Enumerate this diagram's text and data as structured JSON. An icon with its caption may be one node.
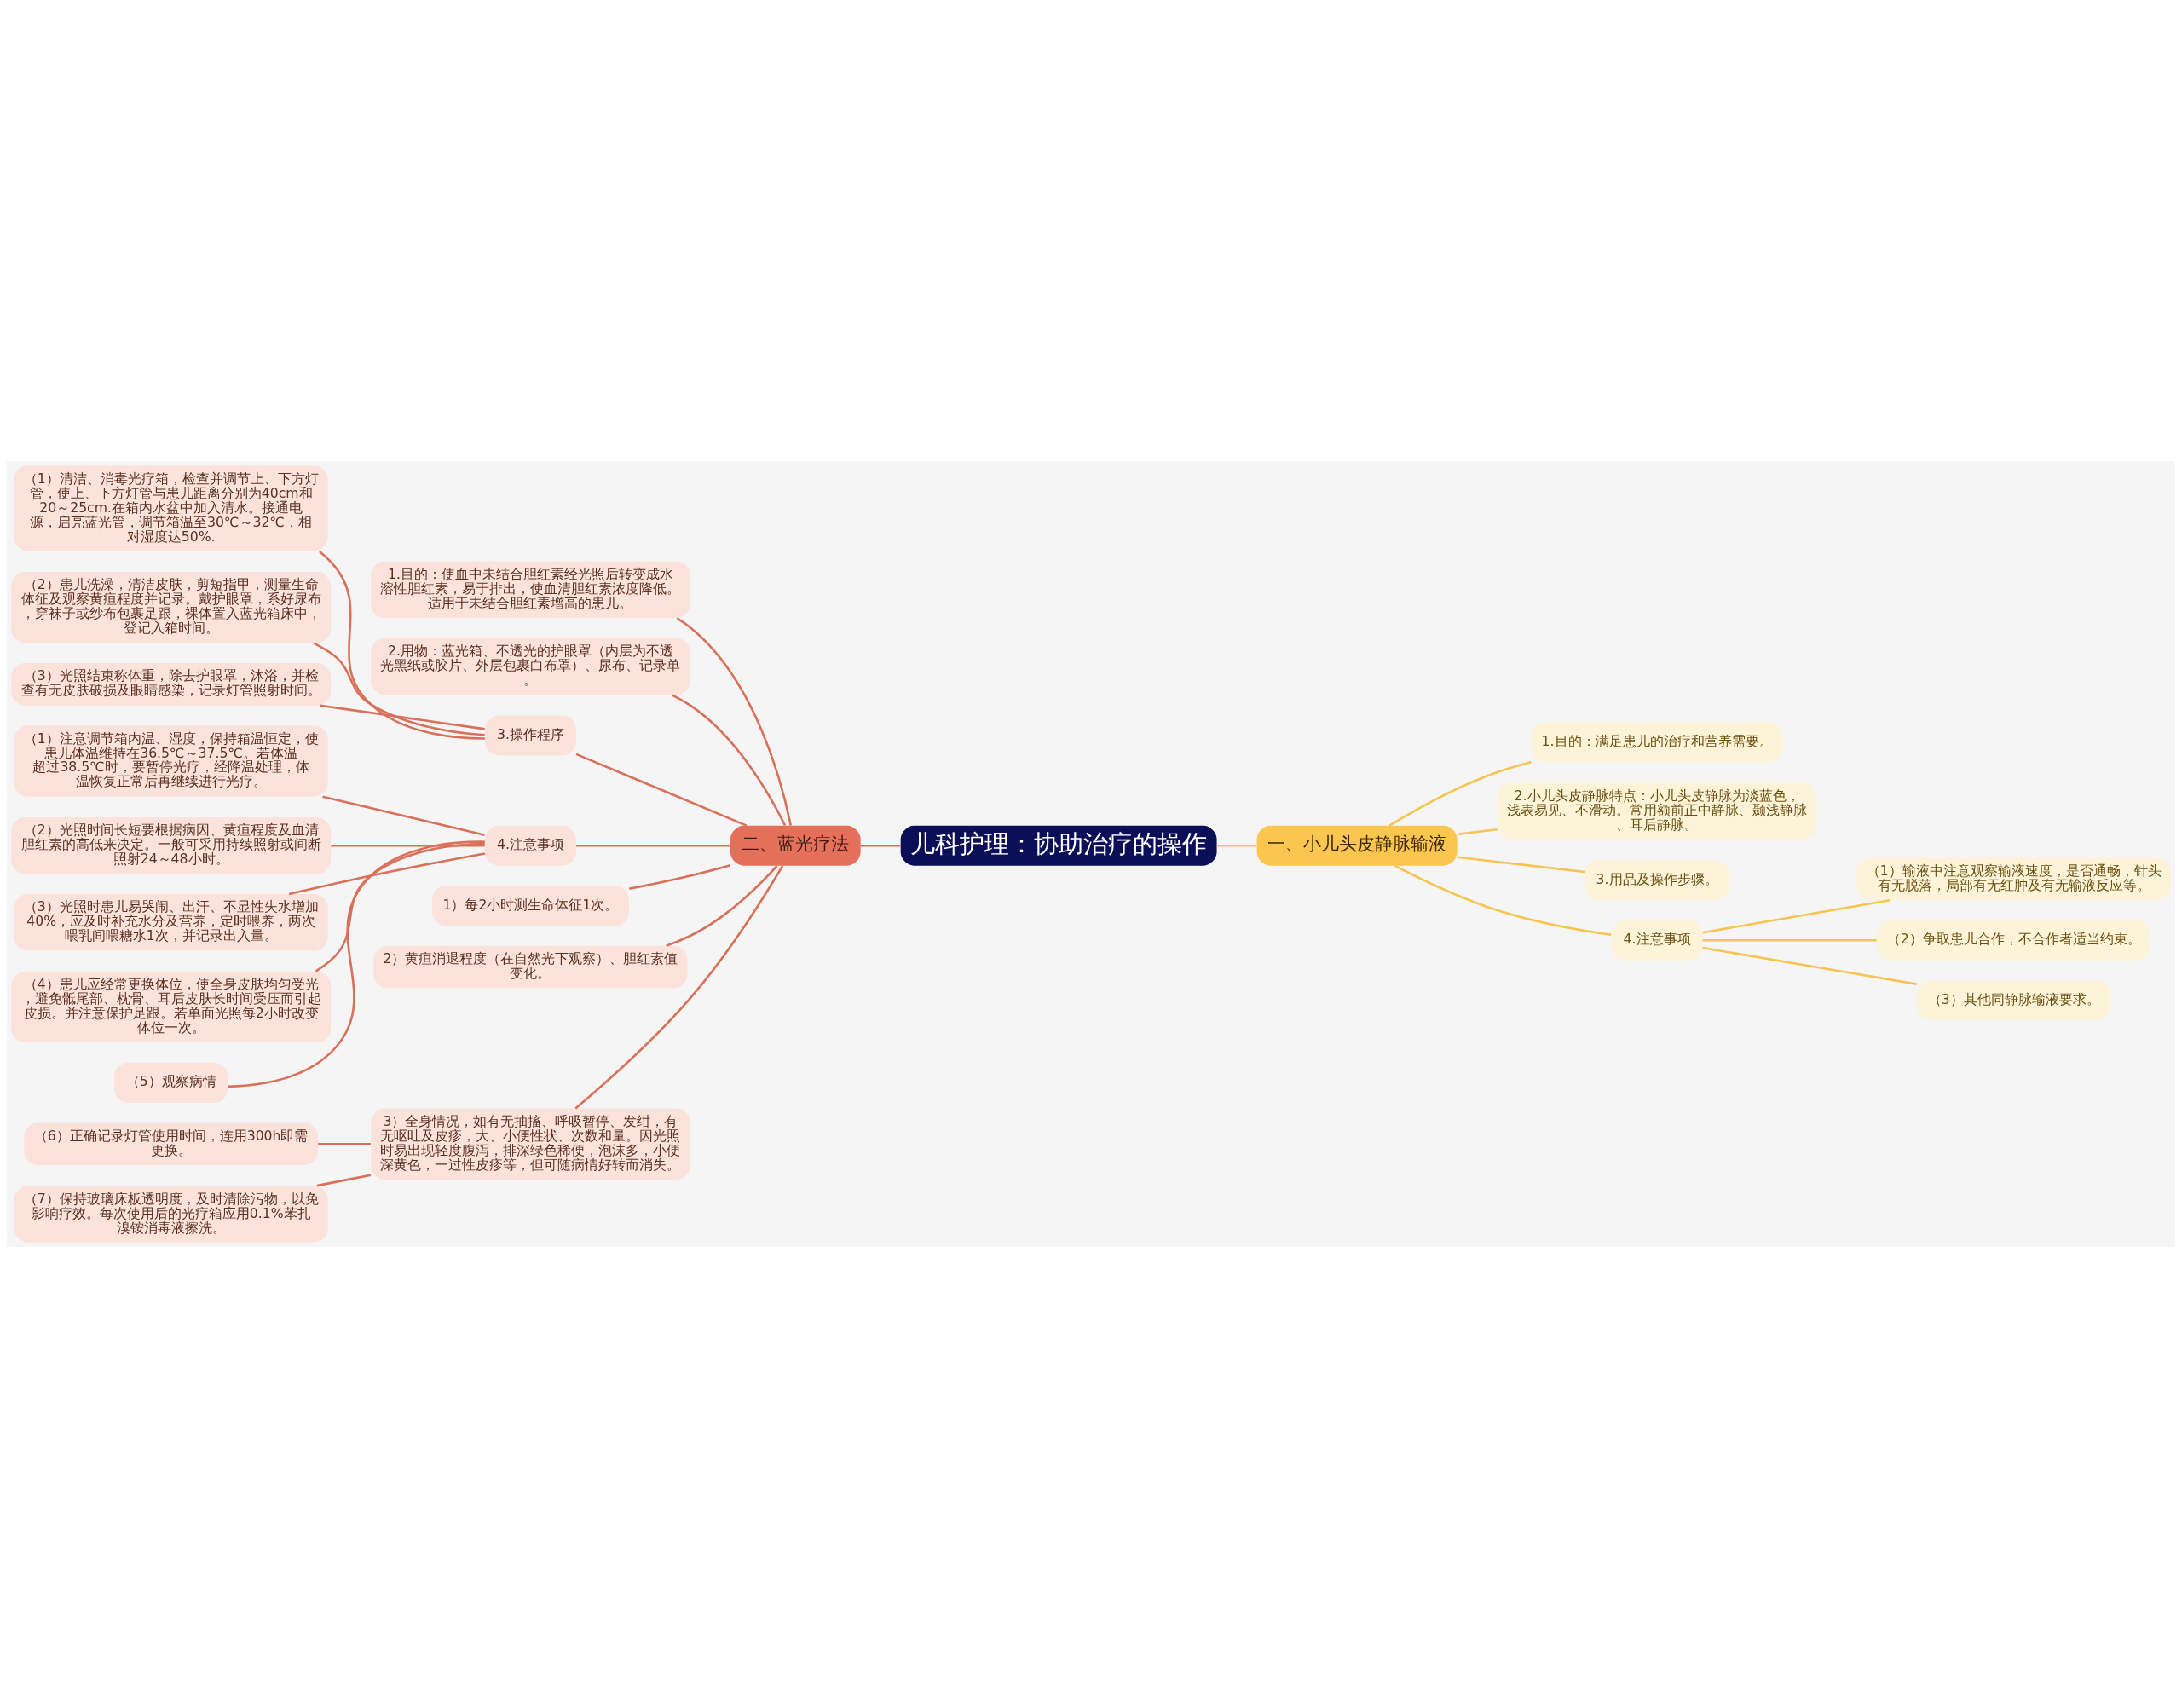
{
  "diagram": {
    "nodes": [
      {
        "text": [
          "儿科护理：协助治疗的操作"
        ]
      },
      {
        "text": [
          "二、蓝光疗法"
        ]
      },
      {
        "text": [
          "1.目的：使血中未结合胆红素经光照后转变成水溶性胆红素，易于排出，使血清胆红素浓度降低。适用于未结合胆红素增高的患儿。"
        ]
      },
      {
        "text": [
          "2.用物：蓝光箱、不透光的护眼罩（内层为不透光黑纸或胶片、外层包裹白布罩）、尿布、记录单。"
        ]
      },
      {
        "text": [
          "（1）清洁、消毒光疗箱，检查并调节上、下方灯管，使上、下方灯管与患儿距离分别为40cm和20～25cm.在箱内水盆中加入清水。接通电源，启亮蓝光管，调节箱温至30℃～32℃，相对湿度达50%."
        ]
      },
      {
        "text": [
          "（2）患儿洗澡，清洁皮肤，剪短指甲，测量生命体征及观察黄疸程度并记录。戴护眼罩，系好尿布，穿袜子或纱布包裹足跟，裸体置入蓝光箱床中，登记入箱时间。"
        ]
      },
      {
        "text": [
          "（3）光照结束称体重，除去护眼罩，沐浴，并检查有无皮肤破损及眼睛感染，记录灯管照射时间。"
        ]
      },
      {
        "text": [
          "3.操作程序"
        ]
      },
      {
        "text": [
          "（1）注意调节箱内温、湿度，保持箱温恒定，使患儿体温维持在36.5℃～37.5℃。若体温超过38.5℃时，要暂停光疗，经降温处理，体温恢复正常后再继续进行光疗。"
        ]
      },
      {
        "text": [
          "（2）光照时间长短要根据病因、黄疸程度及血清胆红素的高低来决定。一般可采用持续照射或间断照射24～48小时。"
        ]
      },
      {
        "text": [
          "（3）光照时患儿易哭闹、出汗、不显性失水增加40%，应及时补充水分及营养，定时喂养，两次喂乳间喂糖水1次，并记录出入量。"
        ]
      },
      {
        "text": [
          "（4）患儿应经常更换体位，使全身皮肤均匀受光，避免骶尾部、枕骨、耳后皮肤长时间受压而引起皮损。并注意保护足跟。若单面光照每2小时改变体位一次。"
        ]
      },
      {
        "text": [
          "（5）观察病情"
        ]
      },
      {
        "text": [
          "4.注意事项"
        ]
      },
      {
        "text": [
          "1）每2小时测生命体征1次。"
        ]
      },
      {
        "text": [
          "2）黄疸消退程度（在自然光下观察）、胆红素值变化。"
        ]
      },
      {
        "text": [
          "（6）正确记录灯管使用时间，连用300h即需更换。"
        ]
      },
      {
        "text": [
          "（7）保持玻璃床板透明度，及时清除污物，以免影响疗效。每次使用后的光疗箱应用0.1%苯扎溴铵消毒液擦洗。"
        ]
      },
      {
        "text": [
          "3）全身情况，如有无抽搐、呼吸暂停、发绀，有无呕吐及皮疹，大、小便性状、次数和量。因光照时易出现轻度腹泻，排深绿色稀便，泡沫多，小便深黄色，一过性皮疹等，但可随病情好转而消失。"
        ]
      },
      {
        "text": [
          "一、小儿头皮静脉输液"
        ]
      },
      {
        "text": [
          "1.目的：满足患儿的治疗和营养需要。"
        ]
      },
      {
        "text": [
          "2.小儿头皮静脉特点：小儿头皮静脉为淡蓝色，浅表易见、不滑动。常用额前正中静脉、颞浅静脉、耳后静脉。"
        ]
      },
      {
        "text": [
          "3.用品及操作步骤。"
        ]
      },
      {
        "text": [
          "4.注意事项"
        ]
      },
      {
        "text": [
          "（1）输液中注意观察输液速度，是否通畅，针头有无脱落，局部有无红肿及有无输液反应等。"
        ]
      },
      {
        "text": [
          "（2）争取患儿合作，不合作者适当约束。"
        ]
      },
      {
        "text": [
          "（3）其他同静脉输液要求。"
        ]
      }
    ],
    "edges": [
      {
        "from": 0,
        "to": 1,
        "arrow": "none"
      },
      {
        "from": 1,
        "to": 2,
        "arrow": "none"
      },
      {
        "from": 1,
        "to": 3,
        "arrow": "none"
      },
      {
        "from": 1,
        "to": 7,
        "arrow": "none"
      },
      {
        "from": 7,
        "to": 4,
        "arrow": "none"
      },
      {
        "from": 7,
        "to": 5,
        "arrow": "none"
      },
      {
        "from": 7,
        "to": 6,
        "arrow": "none"
      },
      {
        "from": 1,
        "to": 13,
        "arrow": "none"
      },
      {
        "from": 13,
        "to": 8,
        "arrow": "none"
      },
      {
        "from": 13,
        "to": 9,
        "arrow": "none"
      },
      {
        "from": 13,
        "to": 10,
        "arrow": "none"
      },
      {
        "from": 13,
        "to": 11,
        "arrow": "none"
      },
      {
        "from": 13,
        "to": 12,
        "arrow": "none"
      },
      {
        "from": 1,
        "to": 14,
        "arrow": "none"
      },
      {
        "from": 1,
        "to": 15,
        "arrow": "none"
      },
      {
        "from": 1,
        "to": 18,
        "arrow": "none"
      },
      {
        "from": 18,
        "to": 16,
        "arrow": "none"
      },
      {
        "from": 18,
        "to": 17,
        "arrow": "none"
      },
      {
        "from": 0,
        "to": 19,
        "arrow": "none",
        "color": "#f5c451"
      },
      {
        "from": 19,
        "to": 20,
        "arrow": "none",
        "color": "#f5c451"
      },
      {
        "from": 19,
        "to": 21,
        "arrow": "none",
        "color": "#f5c451"
      },
      {
        "from": 19,
        "to": 22,
        "arrow": "none",
        "color": "#f5c451"
      },
      {
        "from": 19,
        "to": 23,
        "arrow": "none",
        "color": "#f5c451"
      },
      {
        "from": 23,
        "to": 24,
        "arrow": "none",
        "color": "#f5c451"
      },
      {
        "from": 23,
        "to": 25,
        "arrow": "none",
        "color": "#f5c451"
      },
      {
        "from": 23,
        "to": 26,
        "arrow": "none",
        "color": "#f5c451"
      }
    ]
  }
}
